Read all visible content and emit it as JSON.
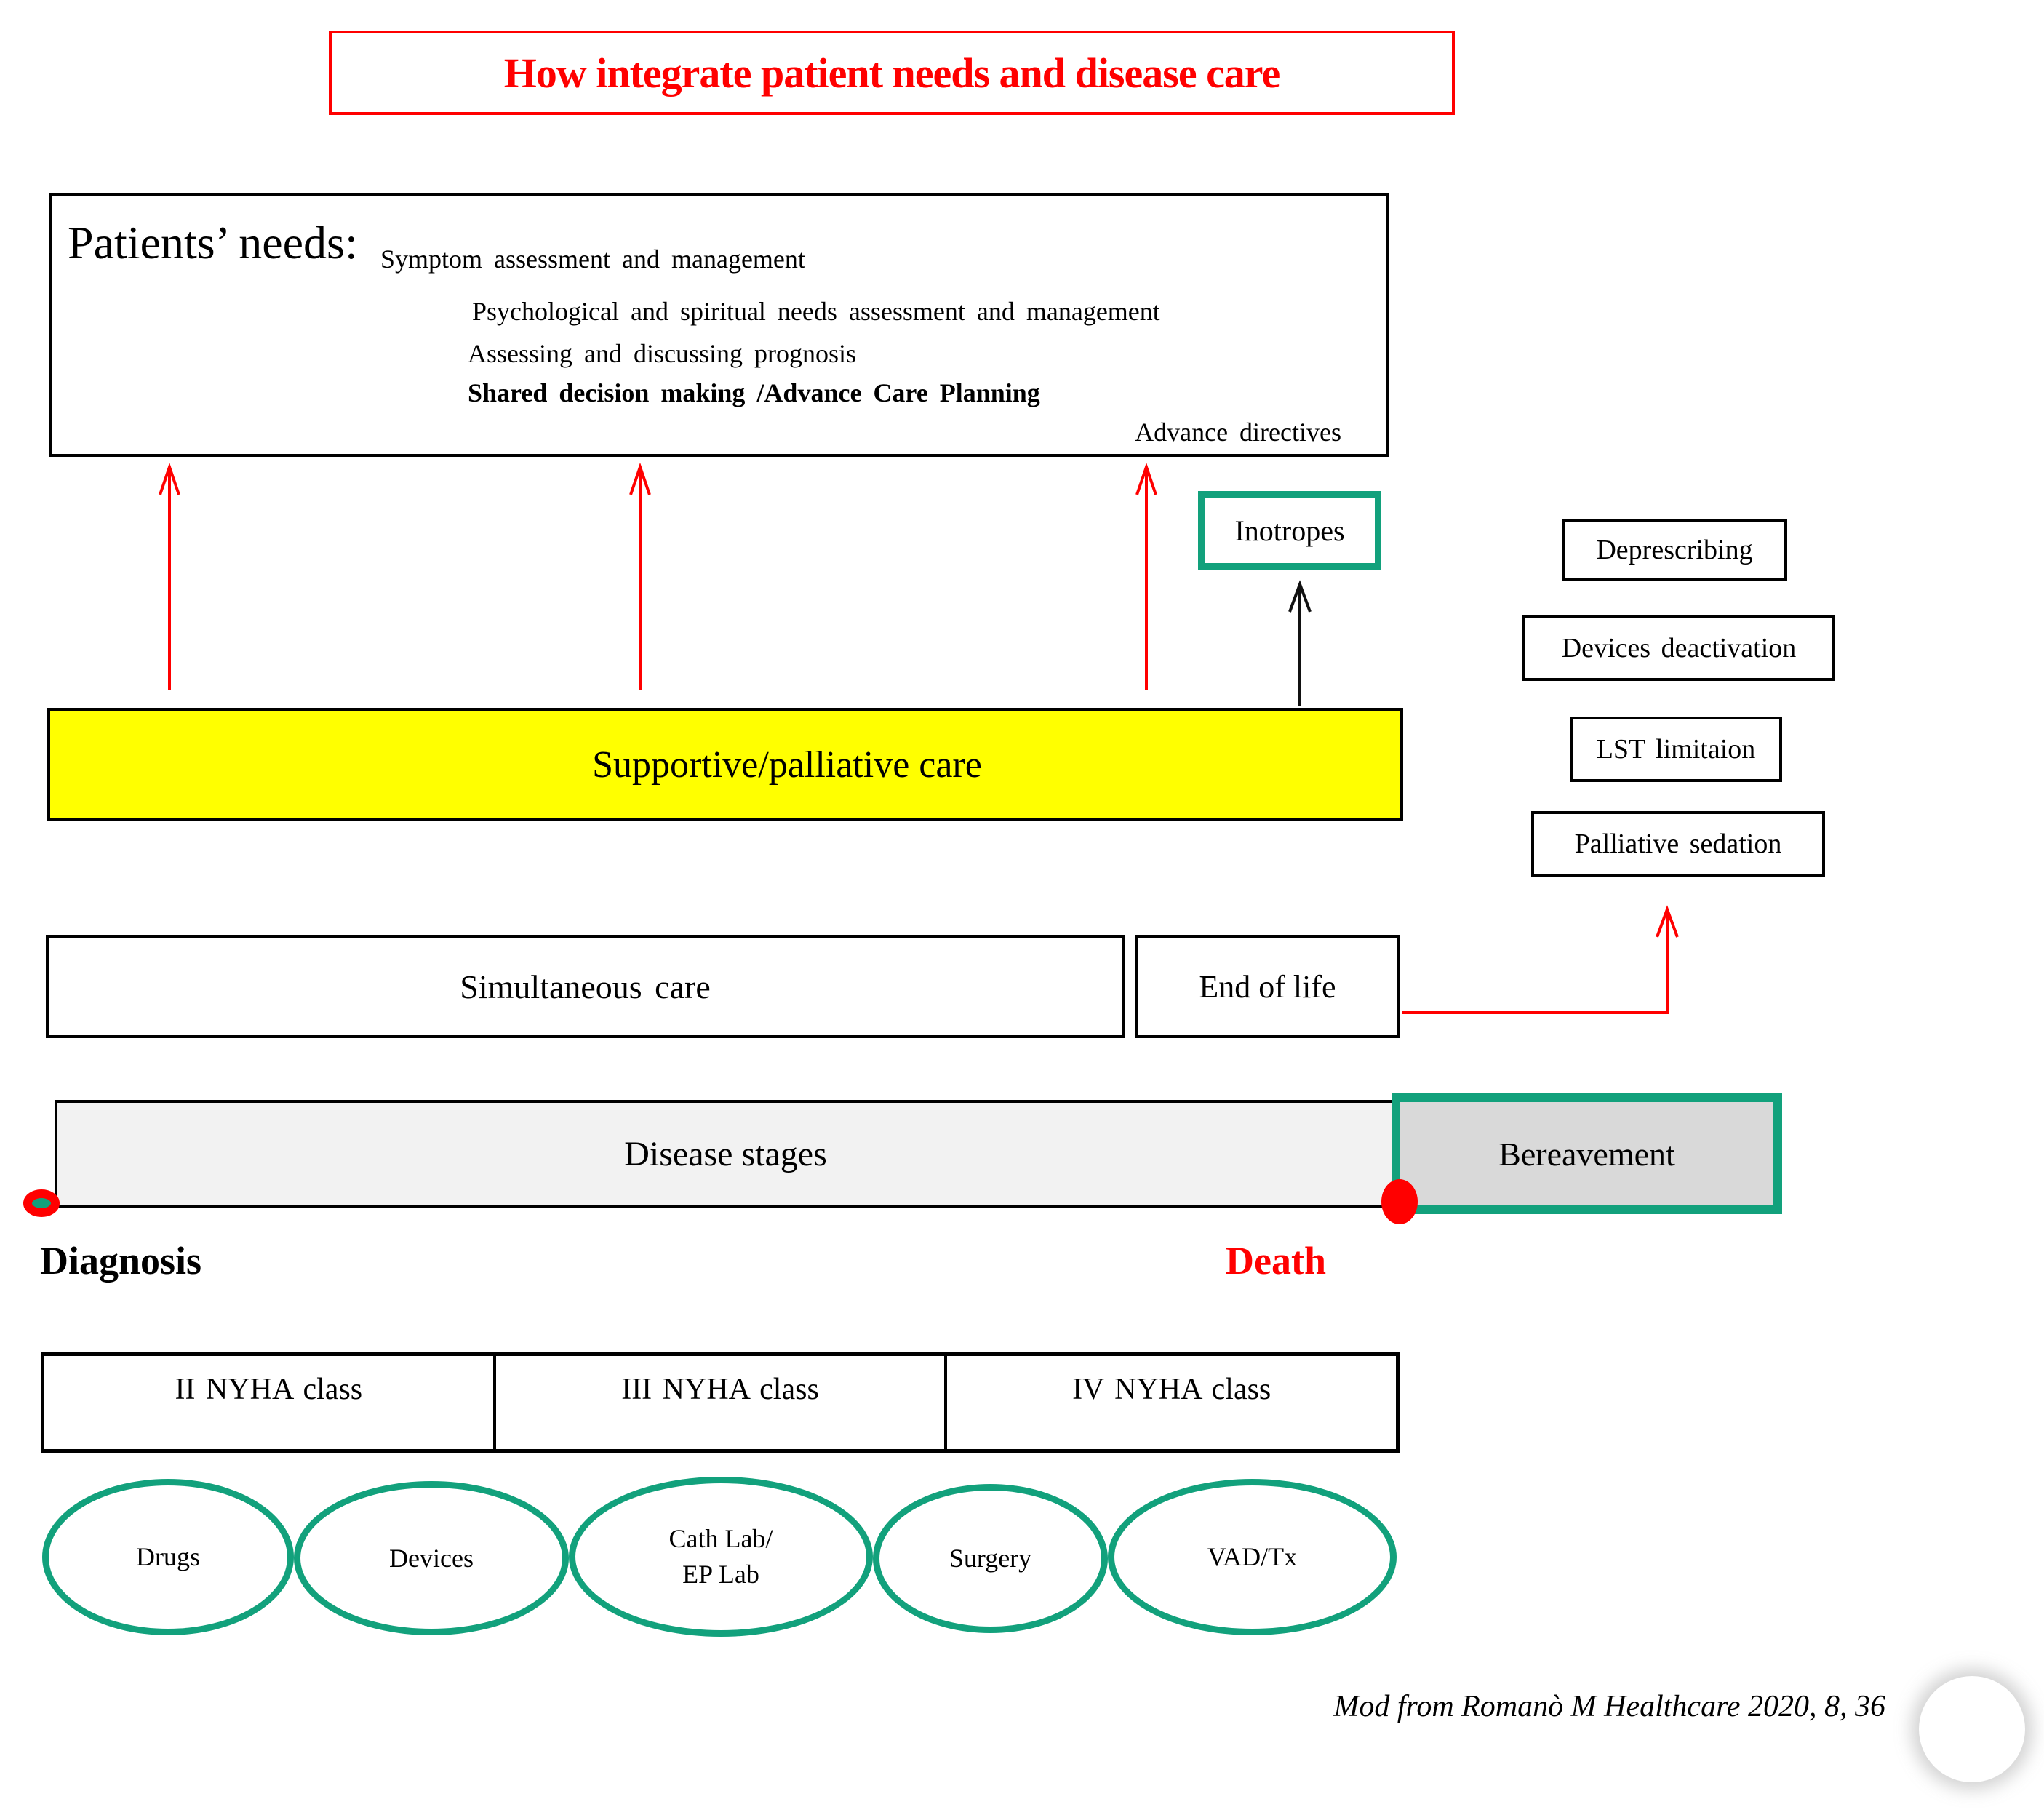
{
  "slide_title": {
    "text": "How integrate patient needs and disease care"
  },
  "patients": {
    "heading": "Patients’ needs:",
    "lines": [
      {
        "text": "Symptom assessment and management"
      },
      {
        "text": "Psychological and spiritual needs assessment and management"
      },
      {
        "text": "Assessing and discussing prognosis"
      },
      {
        "text": "Shared decision making /Advance Care Planning"
      },
      {
        "text": "Advance directives"
      }
    ]
  },
  "interventions": {
    "inotropes": "Inotropes",
    "deprescribing": "Deprescribing",
    "devices_deactivation": "Devices deactivation",
    "lst_limitation": "LST limitaion",
    "palliative_sedation": "Palliative sedation"
  },
  "care_bars": {
    "supportive": "Supportive/palliative care",
    "simultaneous": "Simultaneous care",
    "end_of_life": "End of life",
    "disease_stages": "Disease stages",
    "bereavement": "Bereavement"
  },
  "timeline": {
    "diagnosis": "Diagnosis",
    "death": "Death"
  },
  "nyha": [
    "II NYHA class",
    "III NYHA class",
    "IV NYHA class"
  ],
  "ellipses": [
    [
      "Drugs"
    ],
    [
      "Devices"
    ],
    [
      "Cath Lab/",
      "EP Lab"
    ],
    [
      "Surgery"
    ],
    [
      "VAD/Tx"
    ]
  ],
  "citation": "Mod from Romanò M Healthcare 2020, 8, 36",
  "colors": {
    "accent_red": "#FF0000",
    "accent_green": "#12A17C",
    "supportive_yellow": "#FFFF00",
    "disease_gray": "#F2F2F2",
    "bereavement_gray": "#D9D9D9"
  }
}
